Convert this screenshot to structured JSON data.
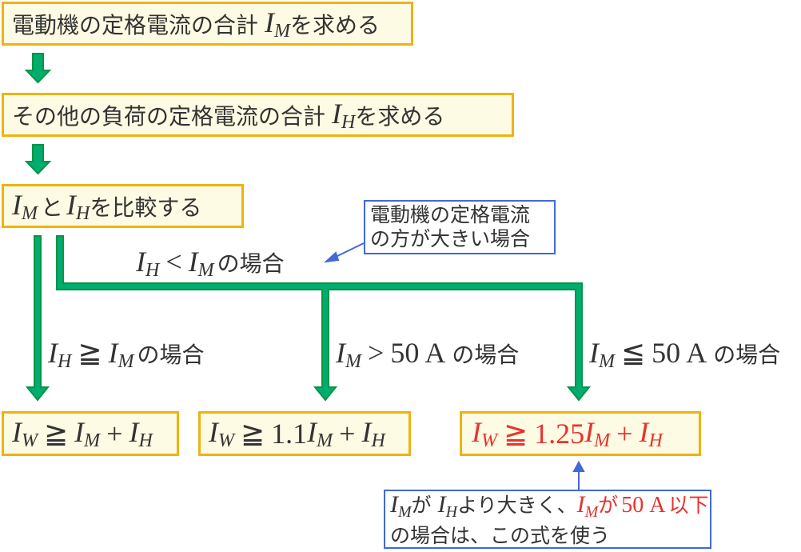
{
  "steps": [
    {
      "prefix": "電動機の定格電流の合計",
      "var": "I",
      "sub": "M",
      "suffix": "を求める"
    },
    {
      "prefix": "その他の負荷の定格電流の合計",
      "var": "I",
      "sub": "H",
      "suffix": "を求める"
    },
    {
      "var1": "I",
      "sub1": "M",
      "mid": "と",
      "var2": "I",
      "sub2": "H",
      "suffix": "を比較する"
    }
  ],
  "branches": {
    "ih_lt_im": {
      "v1": "I",
      "s1": "H",
      "op": "<",
      "v2": "I",
      "s2": "M",
      "suffix": "の場合"
    },
    "ih_ge_im": {
      "v1": "I",
      "s1": "H",
      "op": "≧",
      "v2": "I",
      "s2": "M",
      "suffix": "の場合"
    },
    "im_gt_50": {
      "v1": "I",
      "s1": "M",
      "op": ">",
      "value": "50 A",
      "suffix": "の場合"
    },
    "im_le_50": {
      "v1": "I",
      "s1": "M",
      "op": "≦",
      "value": "50 A",
      "suffix": "の場合"
    }
  },
  "results": [
    {
      "lhs": "I",
      "lhs_sub": "W",
      "op": "≧",
      "coef": "",
      "v1": "I",
      "s1": "M",
      "plus": "+",
      "v2": "I",
      "s2": "H",
      "highlight": false
    },
    {
      "lhs": "I",
      "lhs_sub": "W",
      "op": "≧",
      "coef": "1.1",
      "v1": "I",
      "s1": "M",
      "plus": "+",
      "v2": "I",
      "s2": "H",
      "highlight": false
    },
    {
      "lhs": "I",
      "lhs_sub": "W",
      "op": "≧",
      "coef": "1.25",
      "v1": "I",
      "s1": "M",
      "plus": "+",
      "v2": "I",
      "s2": "H",
      "highlight": true
    }
  ],
  "notes": {
    "motor_larger": {
      "line1": "電動機の定格電流",
      "line2": "の方が大きい場合"
    },
    "use_formula": {
      "v1": "I",
      "s1": "M",
      "t1": "が",
      "v2": "I",
      "s2": "H",
      "t2": "より大きく、",
      "v3": "I",
      "s3": "M",
      "t3": "が",
      "value": "50 A",
      "t4": "以下",
      "line2": "の場合は、この式を使う"
    }
  },
  "colors": {
    "box_border": "#edb312",
    "box_fill": "#fdfbe3",
    "arrow_fill": "#00ac6e",
    "arrow_stroke": "#0a9448",
    "note_border": "#4169d8",
    "highlight_text": "#e8322e",
    "text": "#333333"
  }
}
